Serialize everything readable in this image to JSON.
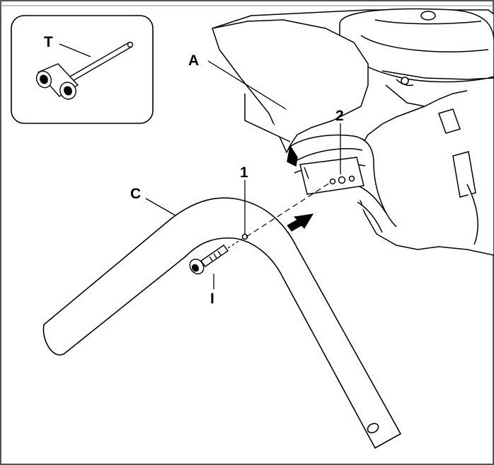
{
  "labels": {
    "tool": "T",
    "shield": "A",
    "handle": "C",
    "bolt": "I",
    "hole_handle": "1",
    "hole_bracket": "2"
  },
  "icons": {
    "inset_tool": "t-wrench-icon",
    "direction": "arrow-right-icon"
  },
  "colors": {
    "line": "#000000",
    "background": "#ffffff",
    "frame": "#555555"
  }
}
